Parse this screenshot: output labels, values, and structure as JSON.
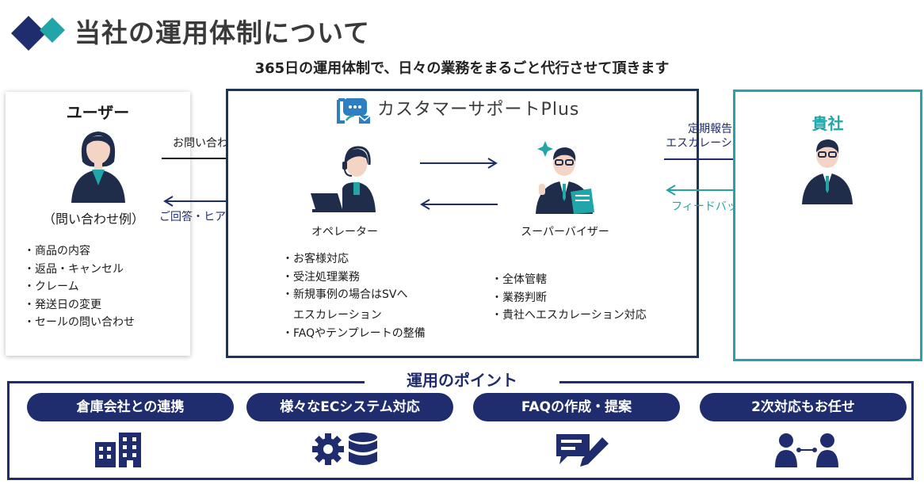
{
  "header": {
    "title": "当社の運用体制について",
    "subtitle": "365日の運用体制で、日々の業務をまるごと代行させて頂きます"
  },
  "user_panel": {
    "title": "ユーザー",
    "caption": "（問い合わせ例）",
    "items": [
      "商品の内容",
      "返品・キャンセル",
      "クレーム",
      "発送日の変更",
      "セールの問い合わせ"
    ]
  },
  "arrows": {
    "inquiry": "お問い合わせ",
    "reply": "ご回答・ヒアリング",
    "report_line1": "定期報告",
    "report_line2": "エスカレーション",
    "feedback": "フィードバック"
  },
  "service_panel": {
    "logo_text": "カスタマーサポートPlus",
    "operator": {
      "label": "オペレーター",
      "items": [
        "お客様対応",
        "受注処理業務",
        "新規事例の場合はSVへ",
        "FAQやテンプレートの整備"
      ],
      "item3_cont": "エスカレーション"
    },
    "supervisor": {
      "label": "スーパーバイザー",
      "items": [
        "全体管轄",
        "業務判断",
        "貴社へエスカレーション対応"
      ]
    }
  },
  "client_panel": {
    "title": "貴社"
  },
  "points": {
    "title": "運用のポイント",
    "items": [
      {
        "label": "倉庫会社との連携",
        "icon": "buildings-icon"
      },
      {
        "label": "様々なECシステム対応",
        "icon": "gear-database-icon"
      },
      {
        "label": "FAQの作成・提案",
        "icon": "chat-pen-icon"
      },
      {
        "label": "2次対応もお任せ",
        "icon": "people-link-icon"
      }
    ]
  },
  "colors": {
    "navy": "#1f2d6e",
    "panel_border": "#1f3557",
    "teal": "#21a5a8",
    "logo_blue": "#2d7fc1",
    "skin": "#f4d4c4"
  }
}
